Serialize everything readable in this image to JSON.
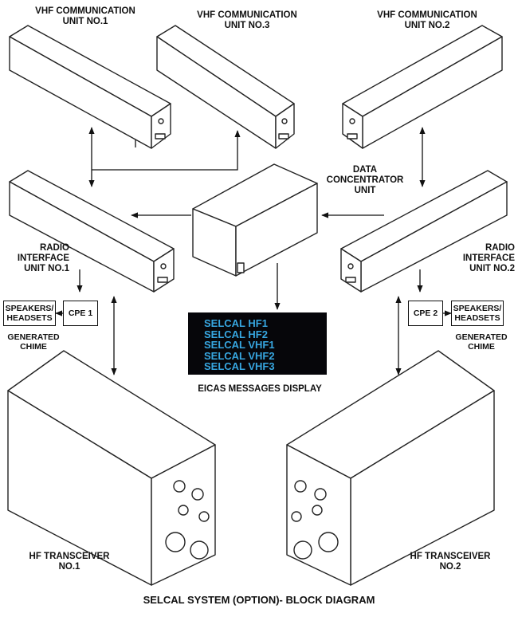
{
  "units": {
    "vhf1": [
      "VHF COMMUNICATION",
      "UNIT NO.1"
    ],
    "vhf3": [
      "VHF COMMUNICATION",
      "UNIT NO.3"
    ],
    "vhf2": [
      "VHF COMMUNICATION",
      "UNIT NO.2"
    ],
    "dcu": [
      "DATA",
      "CONCENTRATOR",
      "UNIT"
    ],
    "riu1": [
      "RADIO",
      "INTERFACE",
      "UNIT NO.1"
    ],
    "riu2": [
      "RADIO",
      "INTERFACE",
      "UNIT NO.2"
    ],
    "hf1": [
      "HF TRANSCEIVER",
      "NO.1"
    ],
    "hf2": [
      "HF TRANSCEIVER",
      "NO.2"
    ]
  },
  "left_audio": {
    "speakers": [
      "SPEAKERS/",
      "HEADSETS"
    ],
    "cpe": "CPE 1",
    "chime": [
      "GENERATED",
      "CHIME"
    ]
  },
  "right_audio": {
    "speakers": [
      "SPEAKERS/",
      "HEADSETS"
    ],
    "cpe": "CPE 2",
    "chime": [
      "GENERATED",
      "CHIME"
    ]
  },
  "eicas": {
    "messages": [
      "SELCAL HF1",
      "SELCAL HF2",
      "SELCAL VHF1",
      "SELCAL VHF2",
      "SELCAL VHF3"
    ],
    "label": "EICAS MESSAGES DISPLAY",
    "text_color": "#37a6e0"
  },
  "title": "SELCAL SYSTEM (OPTION)- BLOCK DIAGRAM"
}
